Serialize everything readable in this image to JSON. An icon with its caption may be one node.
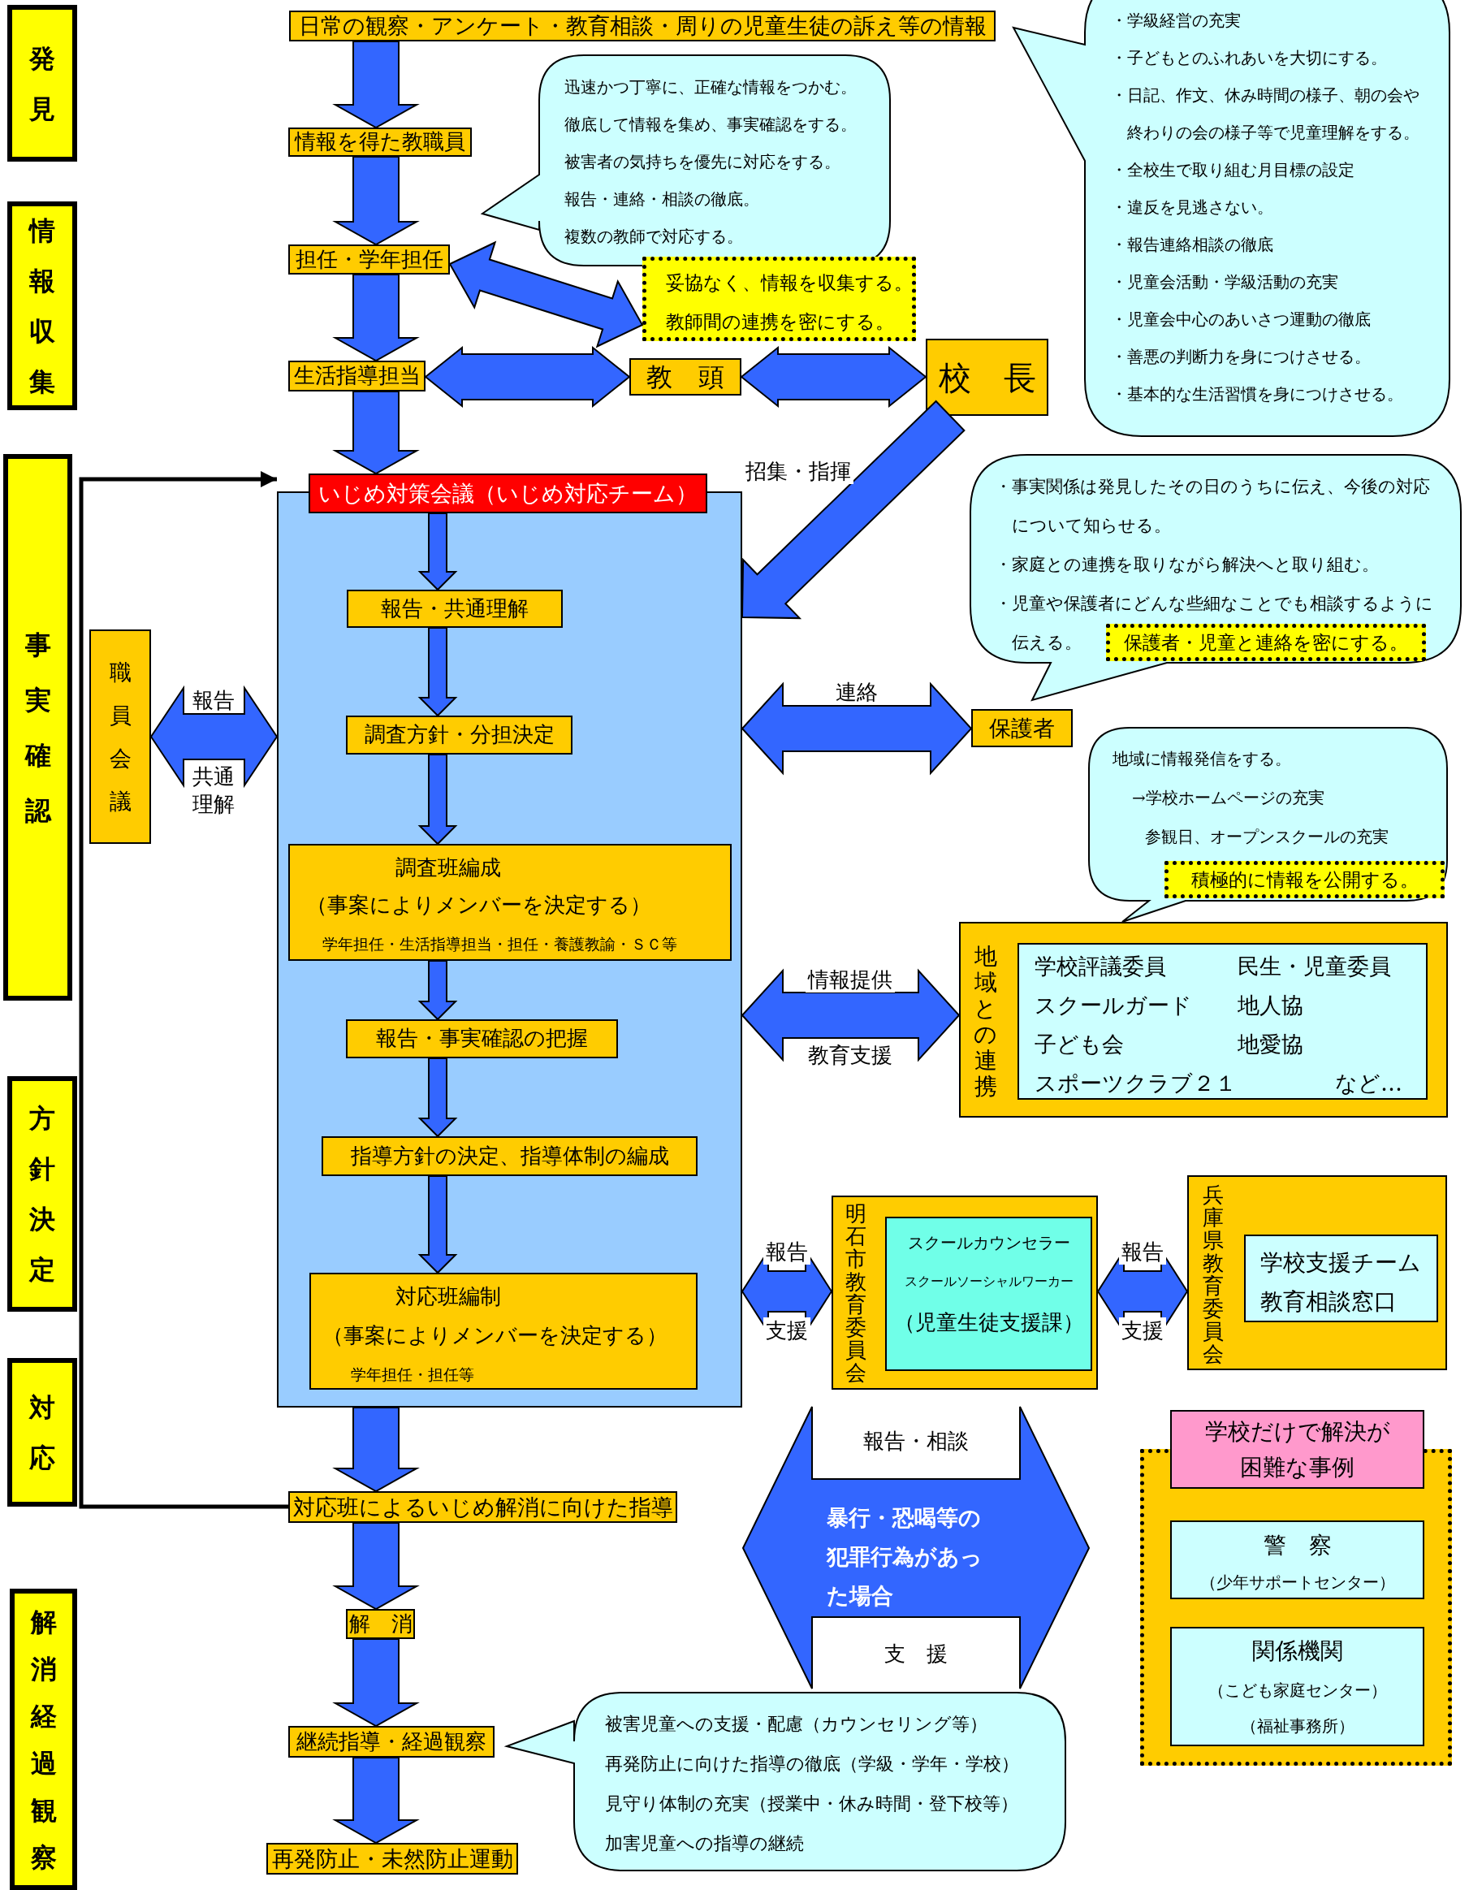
{
  "diagram": {
    "nodes": [
      {
        "text": [
          "発見"
        ]
      },
      {
        "text": [
          "情報収集"
        ]
      },
      {
        "text": [
          "事実確認"
        ]
      },
      {
        "text": [
          "方針決定"
        ]
      },
      {
        "text": [
          "対応"
        ]
      },
      {
        "text": [
          "解消経過観察"
        ]
      },
      {
        "text": [
          "日常の観察・アンケート・教育相談・周りの児童生徒の訴え等の情報"
        ]
      },
      {
        "text": [
          "情報を得た教職員"
        ]
      },
      {
        "text": [
          "担任・学年担任"
        ]
      },
      {
        "text": [
          "生活指導担当"
        ]
      },
      {
        "text": [
          "迅速かつ丁寧に、正確な情報をつかむ。",
          "徹底して情報を集め、事実確認をする。",
          "被害者の気持ちを優先に対応をする。",
          "報告・連絡・相談の徹底。",
          "複数の教師で対応する。"
        ]
      },
      {
        "text": [
          "妥協なく、情報を収集する。",
          "教師間の連携を密にする。"
        ]
      },
      {
        "text": [
          "教　頭"
        ]
      },
      {
        "text": [
          "校　長"
        ]
      },
      {
        "text": [
          "・学級経営の充実",
          "・子どもとのふれあいを大切にする。",
          "・日記、作文、休み時間の様子、朝の会や終わりの会の様子等で児童理解をする。",
          "・全校生で取り組む月目標の設定",
          "・違反を見逃さない。",
          "・報告連絡相談の徹底",
          "・児童会活動・学級活動の充実",
          "・児童会中心のあいさつ運動の徹底",
          "・善悪の判断力を身につけさせる。",
          "・基本的な生活習慣を身につけさせる。"
        ]
      },
      {
        "text": [
          "いじめ対策会議（いじめ対応チーム）"
        ]
      },
      {
        "text": [
          "報告・共通理解"
        ],
        "in": 15
      },
      {
        "text": [
          "調査方針・分担決定"
        ],
        "in": 15
      },
      {
        "text": [
          "調査班編成",
          "（事案によりメンバーを決定する）",
          "学年担任・生活指導担当・担任・養護教諭・ＳＣ等"
        ],
        "in": 15
      },
      {
        "text": [
          "報告・事実確認の把握"
        ],
        "in": 15
      },
      {
        "text": [
          "指導方針の決定、指導体制の編成"
        ],
        "in": 15
      },
      {
        "text": [
          "対応班編制",
          "（事案によりメンバーを決定する）",
          "学年担任・担任等"
        ],
        "in": 15
      },
      {
        "text": [
          "職員会議"
        ]
      },
      {
        "text": [
          "対応班によるいじめ解消に向けた指導"
        ]
      },
      {
        "text": [
          "解　消"
        ]
      },
      {
        "text": [
          "継続指導・経過観察"
        ]
      },
      {
        "text": [
          "再発防止・未然防止運動"
        ]
      },
      {
        "text": [
          "被害児童への支援・配慮（カウンセリング等）",
          "再発防止に向けた指導の徹底（学級・学年・学校）",
          "見守り体制の充実（授業中・休み時間・登下校等）",
          "加害児童への指導の継続"
        ]
      },
      {
        "text": [
          "・事実関係は発見したその日のうちに伝え、今後の対応について知らせる。",
          "・家庭との連携を取りながら解決へと取り組む。",
          "・児童や保護者にどんな些細なことでも相談するように伝える。"
        ]
      },
      {
        "text": [
          "保護者・児童と連絡を密にする。"
        ],
        "in": 28
      },
      {
        "text": [
          "保護者"
        ]
      },
      {
        "text": [
          "地域に情報発信をする。",
          "→学校ホームページの充実",
          "参観日、オープンスクールの充実"
        ]
      },
      {
        "text": [
          "積極的に情報を公開する。"
        ],
        "in": 31
      },
      {
        "text": [
          "地域との連携"
        ]
      },
      {
        "text": [
          "学校評議委員",
          "民生・児童委員",
          "スクールガード",
          "地人協",
          "子ども会",
          "地愛協",
          "スポーツクラブ２１",
          "など…"
        ],
        "in": 33
      },
      {
        "text": [
          "明石市教育委員会"
        ]
      },
      {
        "text": [
          "スクールカウンセラー",
          "スクールソーシャルワーカー",
          "（児童生徒支援課）"
        ],
        "in": 35
      },
      {
        "text": [
          "兵庫県教育委員会"
        ]
      },
      {
        "text": [
          "学校支援チーム",
          "教育相談窓口"
        ],
        "in": 37
      },
      {
        "text": [
          "学校だけで解決が困難な事例"
        ]
      },
      {
        "text": [
          "警　察",
          "（少年サポートセンター）"
        ],
        "in": 39
      },
      {
        "text": [
          "関係機関",
          "（こども家庭センター）",
          "（福祉事務所）"
        ],
        "in": 39
      },
      {
        "text": [
          "報告・相談",
          "暴行・恐喝等の犯罪行為があった場合",
          "支　援"
        ]
      }
    ],
    "edges": [
      {
        "from": 6,
        "to": 7,
        "arrow": "to"
      },
      {
        "from": 7,
        "to": 8,
        "arrow": "to"
      },
      {
        "from": 8,
        "to": 9,
        "arrow": "to"
      },
      {
        "from": 9,
        "to": 15,
        "arrow": "to"
      },
      {
        "from": 8,
        "to": 11,
        "arrow": "both"
      },
      {
        "from": 9,
        "to": 12,
        "arrow": "both"
      },
      {
        "from": 12,
        "to": 13,
        "arrow": "both"
      },
      {
        "from": 13,
        "to": 15,
        "arrow": "to",
        "label": "招集・指揮"
      },
      {
        "from": 15,
        "to": 16,
        "arrow": "to"
      },
      {
        "from": 16,
        "to": 17,
        "arrow": "to"
      },
      {
        "from": 17,
        "to": 18,
        "arrow": "to"
      },
      {
        "from": 18,
        "to": 19,
        "arrow": "to"
      },
      {
        "from": 19,
        "to": 20,
        "arrow": "to"
      },
      {
        "from": 20,
        "to": 21,
        "arrow": "to"
      },
      {
        "from": 22,
        "to": 15,
        "arrow": "both",
        "label": "報告"
      },
      {
        "from": 15,
        "to": 30,
        "arrow": "both",
        "label": "連絡"
      },
      {
        "from": 15,
        "to": 33,
        "arrow": "both",
        "label": "情報提供"
      },
      {
        "from": 15,
        "to": 35,
        "arrow": "both",
        "label": "報告"
      },
      {
        "from": 35,
        "to": 37,
        "arrow": "both",
        "label": "報告"
      },
      {
        "from": 15,
        "to": 23,
        "arrow": "to"
      },
      {
        "from": 23,
        "to": 24,
        "arrow": "to"
      },
      {
        "from": 24,
        "to": 25,
        "arrow": "to"
      },
      {
        "from": 25,
        "to": 26,
        "arrow": "to"
      },
      {
        "from": 23,
        "to": 15,
        "arrow": "to",
        "color": "#000000"
      }
    ],
    "labels": [
      "共通理解",
      "教育支援",
      "支援",
      "支援"
    ]
  }
}
